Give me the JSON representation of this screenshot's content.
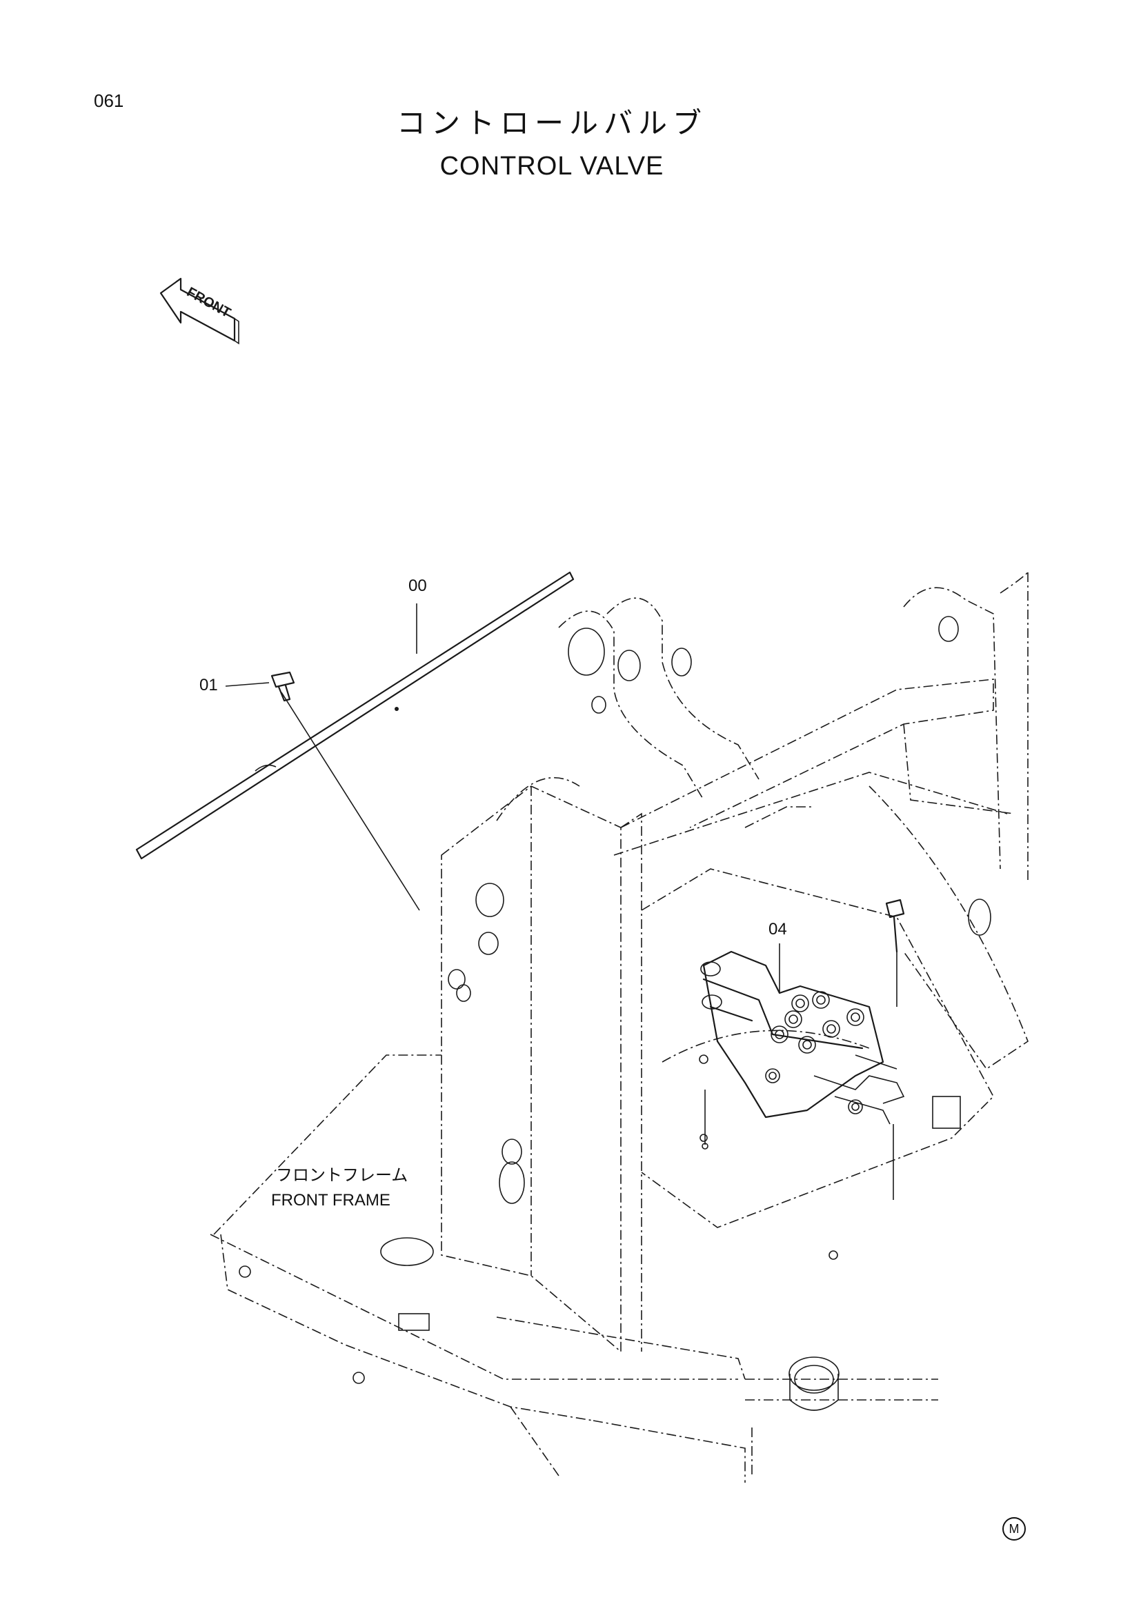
{
  "page": {
    "number": "061",
    "title_jp": "コントロールバルブ",
    "title_en": "CONTROL VALVE"
  },
  "front_arrow": {
    "label": "FRONT"
  },
  "callouts": [
    {
      "id": "cover-plate",
      "label": "00"
    },
    {
      "id": "bolt",
      "label": "01"
    },
    {
      "id": "control-valve",
      "label": "04"
    }
  ],
  "labels": {
    "front_frame_jp": "フロントフレーム",
    "front_frame_en": "FRONT FRAME"
  },
  "corner_mark": "M"
}
